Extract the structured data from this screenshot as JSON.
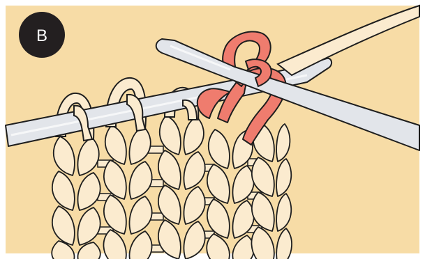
{
  "step_badge": {
    "label": "B"
  },
  "colors": {
    "background": "#F7DCA6",
    "border": "#FFFFFF",
    "badge": "#231F20",
    "yarn": "#FBEBCF",
    "working_stitch": "#EF7C6E",
    "needle": "#E2E5EA",
    "outline": "#1E1E1E"
  },
  "icons": {
    "badge": "step-letter-badge",
    "left_needle": "knitting-needle-left",
    "right_needle": "knitting-needle-right",
    "working_yarn": "working-yarn-strand",
    "stitch_loop": "stitch-loop",
    "highlighted_stitch": "red-working-stitch"
  }
}
